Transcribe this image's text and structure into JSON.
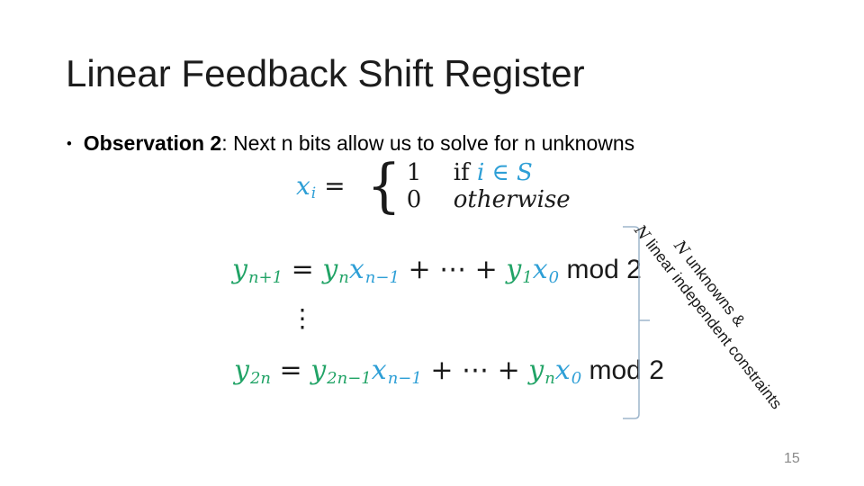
{
  "slide": {
    "title": "Linear Feedback Shift Register",
    "page_number": "15",
    "colors": {
      "green": "#21A366",
      "blue": "#2E9FD6",
      "bracket": "#9EB6CC",
      "page": "#8A8A8A",
      "text": "#1C1C1C"
    },
    "bullet": {
      "marker": "•",
      "bold_text": "Observation 2",
      "rest_text": ": Next n bits allow us to solve for n unknowns"
    },
    "cases": {
      "brace": "{",
      "lhs": [
        {
          "t": "x",
          "sub": "i",
          "c": "blue",
          "i": true
        },
        {
          "t": " = ",
          "c": "black"
        }
      ],
      "rows": [
        {
          "value": [
            {
              "t": "1",
              "c": "black"
            }
          ],
          "cond": [
            {
              "t": "if ",
              "c": "black"
            },
            {
              "t": "i",
              "c": "blue",
              "i": true
            },
            {
              "t": " ∈ ",
              "c": "blue"
            },
            {
              "t": "S",
              "c": "blue",
              "i": true
            }
          ]
        },
        {
          "value": [
            {
              "t": "0",
              "c": "black"
            }
          ],
          "cond": [
            {
              "t": "otherwise",
              "c": "black",
              "i": true
            }
          ]
        }
      ]
    },
    "equations": {
      "dots": "⋮",
      "eq1": [
        {
          "t": "y",
          "sub": "n+1",
          "c": "green",
          "i": true
        },
        {
          "t": " = ",
          "c": "black"
        },
        {
          "t": "y",
          "sub": "n",
          "c": "green",
          "i": true
        },
        {
          "t": "x",
          "sub": "n−1",
          "c": "blue",
          "i": true
        },
        {
          "t": " + ⋯ + ",
          "c": "black"
        },
        {
          "t": "y",
          "sub": "1",
          "c": "green",
          "i": true
        },
        {
          "t": "x",
          "sub": "0",
          "c": "blue",
          "i": true
        },
        {
          "t": " mod 2",
          "c": "black",
          "f": "sans"
        }
      ],
      "eq2": [
        {
          "t": "y",
          "sub": "2n",
          "c": "green",
          "i": true
        },
        {
          "t": " = ",
          "c": "black"
        },
        {
          "t": "y",
          "sub": "2n−1",
          "c": "green",
          "i": true
        },
        {
          "t": "x",
          "sub": "n−1",
          "c": "blue",
          "i": true
        },
        {
          "t": " + ⋯ + ",
          "c": "black"
        },
        {
          "t": "y",
          "sub": "n",
          "c": "green",
          "i": true
        },
        {
          "t": "x",
          "sub": "0",
          "c": "blue",
          "i": true
        },
        {
          "t": " mod 2",
          "c": "black",
          "f": "sans"
        }
      ]
    },
    "bracket_label": {
      "line1": [
        {
          "t": "N",
          "i": true,
          "f": "serif"
        },
        {
          "t": " unknowns &"
        }
      ],
      "line2": [
        {
          "t": "N",
          "i": true,
          "f": "serif"
        },
        {
          "t": " linear independent constraints"
        }
      ]
    }
  }
}
